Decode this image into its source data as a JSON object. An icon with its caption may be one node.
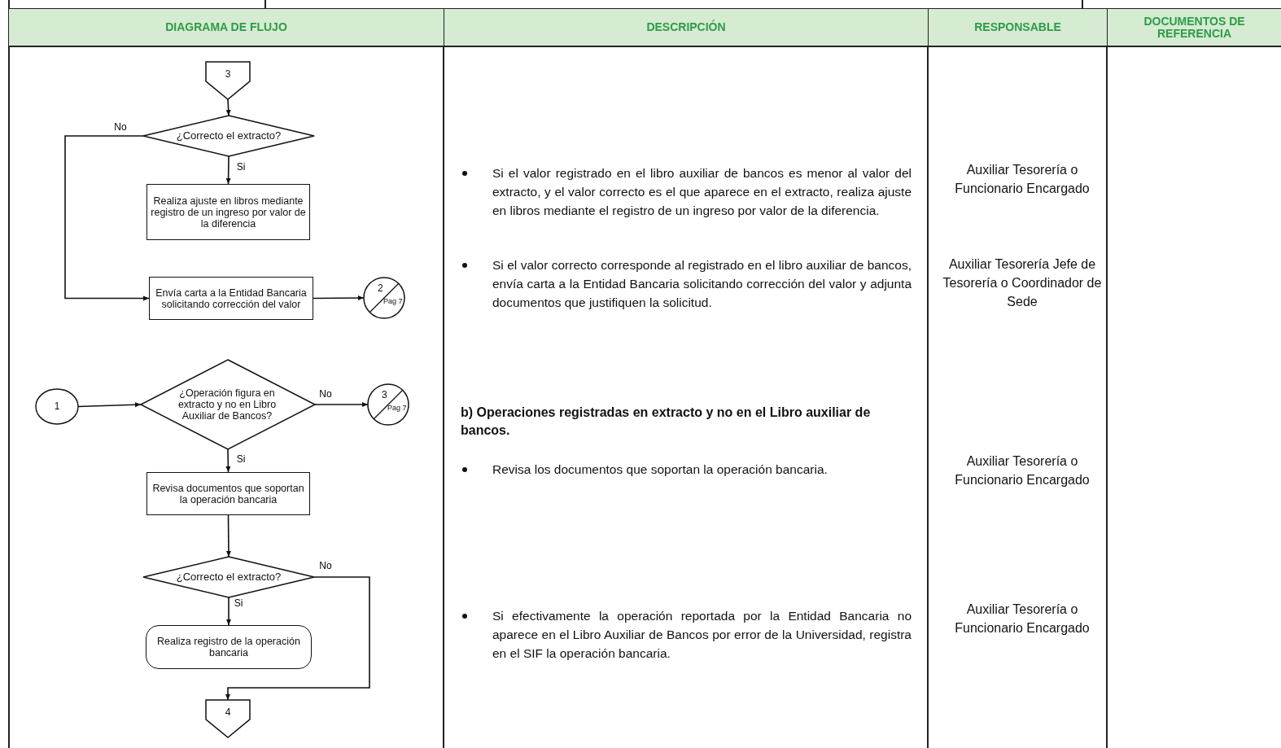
{
  "diagram": {
    "nodes": [
      {
        "text": [
          "3"
        ]
      },
      {
        "text": [
          "¿Correcto el extracto?"
        ]
      },
      {
        "text": [
          "Realiza ajuste en libros mediante registro de un ingreso por valor de la diferencia"
        ]
      },
      {
        "text": [
          "Envía carta a la Entidad Bancaria solicitando corrección del valor"
        ]
      },
      {
        "text": [
          "2",
          "Pag 7"
        ]
      },
      {
        "text": [
          "1"
        ]
      },
      {
        "text": [
          "¿Operación figura en extracto y no en Libro Auxiliar de Bancos?"
        ]
      },
      {
        "text": [
          "3",
          "Pag 7"
        ]
      },
      {
        "text": [
          "Revisa documentos que soportan la operación bancaria"
        ]
      },
      {
        "text": [
          "¿Correcto el extracto?"
        ]
      },
      {
        "text": [
          "Realiza registro de la operación bancaria"
        ]
      },
      {
        "text": [
          "4"
        ]
      }
    ],
    "edges": [
      {
        "from": 0,
        "to": 1,
        "arrow": "to"
      },
      {
        "from": 1,
        "to": 2,
        "arrow": "to",
        "label": "Si"
      },
      {
        "from": 1,
        "to": 3,
        "arrow": "to",
        "label": "No"
      },
      {
        "from": 3,
        "to": 4,
        "arrow": "to"
      },
      {
        "from": 5,
        "to": 6,
        "arrow": "to"
      },
      {
        "from": 6,
        "to": 7,
        "arrow": "to",
        "label": "No"
      },
      {
        "from": 6,
        "to": 8,
        "arrow": "to",
        "label": "Si"
      },
      {
        "from": 8,
        "to": 9,
        "arrow": "to"
      },
      {
        "from": 9,
        "to": 10,
        "arrow": "to",
        "label": "Si"
      },
      {
        "from": 9,
        "to": 11,
        "arrow": "to",
        "label": "No"
      }
    ],
    "labels": [
      "DIAGRAMA DE FLUJO",
      "DESCRIPCIÓN",
      "RESPONSABLE",
      "DOCUMENTOS DE REFERENCIA",
      "Si el valor registrado en el libro auxiliar de bancos es menor al valor del extracto, y el valor correcto es el que aparece en el extracto, realiza ajuste en libros mediante el registro de un ingreso por valor de la diferencia.",
      "Auxiliar Tesorería o Funcionario Encargado",
      "Si el valor correcto corresponde al registrado en el libro auxiliar de bancos, envía carta a la Entidad Bancaria solicitando corrección del valor y adjunta documentos que justifiquen la solicitud.",
      "Auxiliar Tesorería Jefe de Tesorería o Coordinador de Sede",
      "b) Operaciones registradas en extracto y no en el Libro auxiliar de bancos.",
      "Revisa los documentos que soportan la operación bancaria.",
      "Auxiliar Tesorería o Funcionario Encargado",
      "Si efectivamente la operación reportada por la Entidad Bancaria no aparece en el Libro Auxiliar de Bancos por error de la Universidad, registra en el SIF la operación bancaria.",
      "Auxiliar Tesorería o Funcionario Encargado"
    ]
  }
}
